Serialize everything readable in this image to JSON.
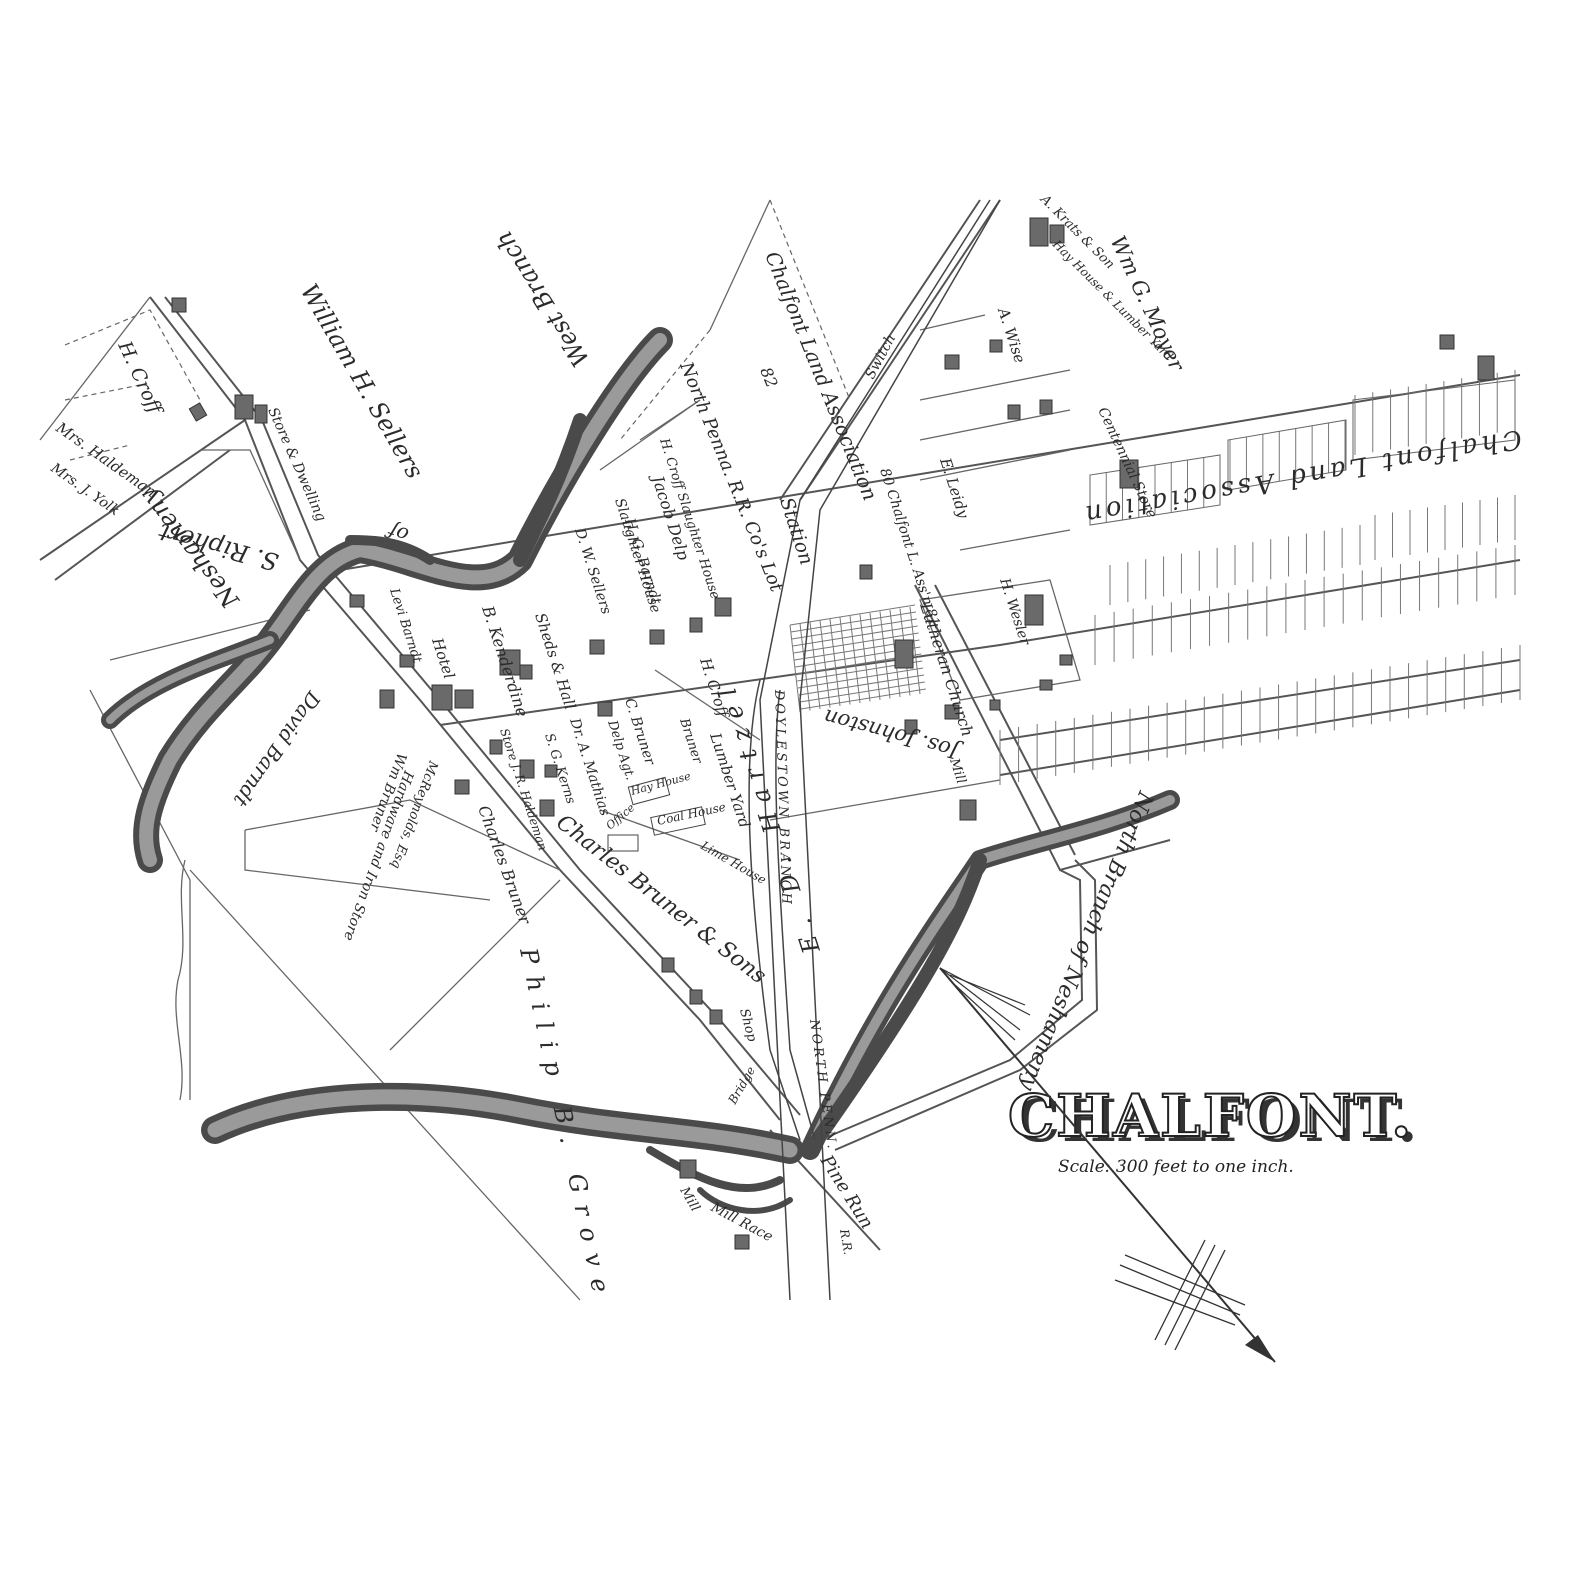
{
  "map": {
    "title": "CHALFONT.",
    "scale": "Scale: 300 feet to one inch.",
    "labels": {
      "chalfont_land_assoc_top": "Chalfont Land Association",
      "lot_82": "82",
      "nprr_lot": "North Penna. R.R. Co's Lot",
      "station": "Station",
      "switch": "Switch",
      "west_branch": "West Branch",
      "of": "of",
      "neshameny": "Neshameny",
      "william_sellers": "William H. Sellers",
      "s_ripphert": "S. Riphert",
      "h_croff_top": "H. Croff",
      "mrs_haldeman": "Mrs. Haldeman",
      "mrs_yolk": "Mrs. J. Yolk",
      "store_dwelling": "Store & Dwelling",
      "david_barndt": "David Barndt",
      "charles_bruner": "Charles Bruner",
      "hardware_store": "Hardware and Iron Store",
      "mcreynolds": "McReynolds, Esq",
      "wm_bruner": "Wm Bruner",
      "b_kenderdine": "B. Kenderdine",
      "hotel": "Hotel",
      "sheds_hall": "Sheds & Hall",
      "levi_barndt": "Levi Barndt",
      "slaughter_house": "Slaughter House",
      "h_g_barndt": "H. G. Barndt",
      "jacob_delp": "Jacob Delp",
      "d_w_sellers": "D. W. Sellers",
      "h_croff_slaughter": "H. Croff Slaughter House",
      "h_croff_mid": "H. Croff",
      "store_kern": "Store J. R. Haldeman",
      "s_g_kerns": "S. G. Kerns",
      "dr_mathias": "Dr. A. Mathias",
      "c_bruner": "C. Bruner",
      "delp_agt": "Delp Agt.",
      "bruner": "Bruner",
      "lumber_yard": "Lumber Yard",
      "hay_house": "Hay House",
      "coal_house": "Coal House",
      "lime_house": "Lime House",
      "office": "Office",
      "charles_bruner_sons": "Charles Bruner & Sons",
      "philip_b_grove": "Philip B. Grove",
      "shop": "Shop",
      "wm_g_moyer": "Wm G. Moyer",
      "centennial_store": "Centennial Store",
      "a_krats_son": "A. Krats & Son",
      "hay_lumber": "Hay House & Lumber Yard",
      "a_wise": "A. Wise",
      "e_leidy": "E. Leidy",
      "chalfont_l_assn": "80 Chalfont L. Ass'n 81",
      "lutheran_church": "Lutheran Church",
      "h_wesler": "H. Wesler",
      "jos_johnston": "Jos. Johnston",
      "e_d_hartzel": "E. D. Hartzel",
      "mill_race_top": "Mill",
      "north_branch": "North Branch of Neshameny",
      "doylestown_branch": "DOYLESTOWN BRANCH",
      "north_penna": "NORTH PENN.",
      "rr": "R.R.",
      "pine_run": "Pine Run",
      "mill": "Mill",
      "mill_race": "Mill Race",
      "bridge": "Bridge",
      "chalfont_land_association_right": "Chalfont Land Association"
    }
  }
}
